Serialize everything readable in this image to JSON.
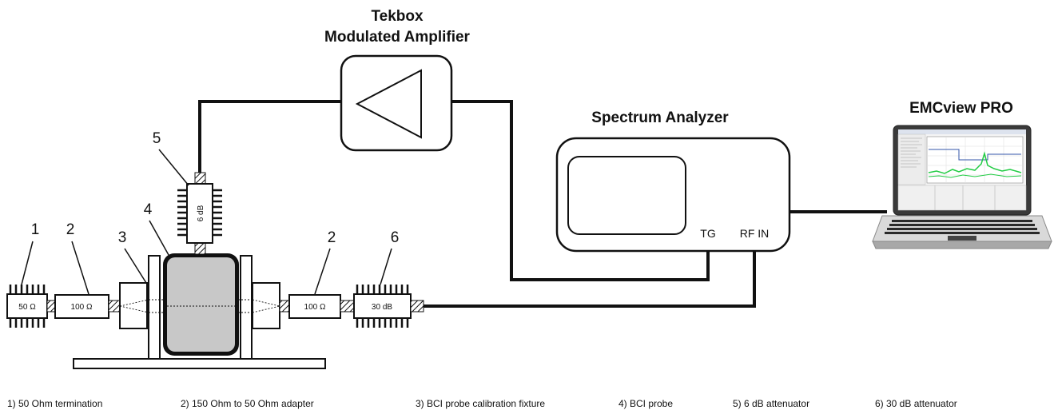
{
  "titles": {
    "amplifier_line1": "Tekbox",
    "amplifier_line2": "Modulated Amplifier",
    "spectrum_analyzer": "Spectrum Analyzer",
    "software": "EMCview PRO"
  },
  "ports": {
    "tg": "TG",
    "rf_in": "RF IN"
  },
  "component_labels": {
    "termination": "50 Ω",
    "adapter_left": "100 Ω",
    "adapter_right": "100 Ω",
    "attenuator_6db": "6 dB",
    "attenuator_30db": "30 dB"
  },
  "callouts": {
    "c1": "1",
    "c2_left": "2",
    "c3": "3",
    "c4": "4",
    "c5": "5",
    "c2_right": "2",
    "c6": "6"
  },
  "legend": [
    "1) 50 Ohm termination",
    "2) 150 Ohm to 50 Ohm adapter",
    "3) BCI probe calibration fixture",
    "4) BCI probe",
    "5) 6 dB attenuator",
    "6) 30 dB attenuator"
  ],
  "colors": {
    "probe_fill": "#c8c8c8",
    "screen_green": "#22cc44",
    "screen_blue": "#3355aa"
  }
}
